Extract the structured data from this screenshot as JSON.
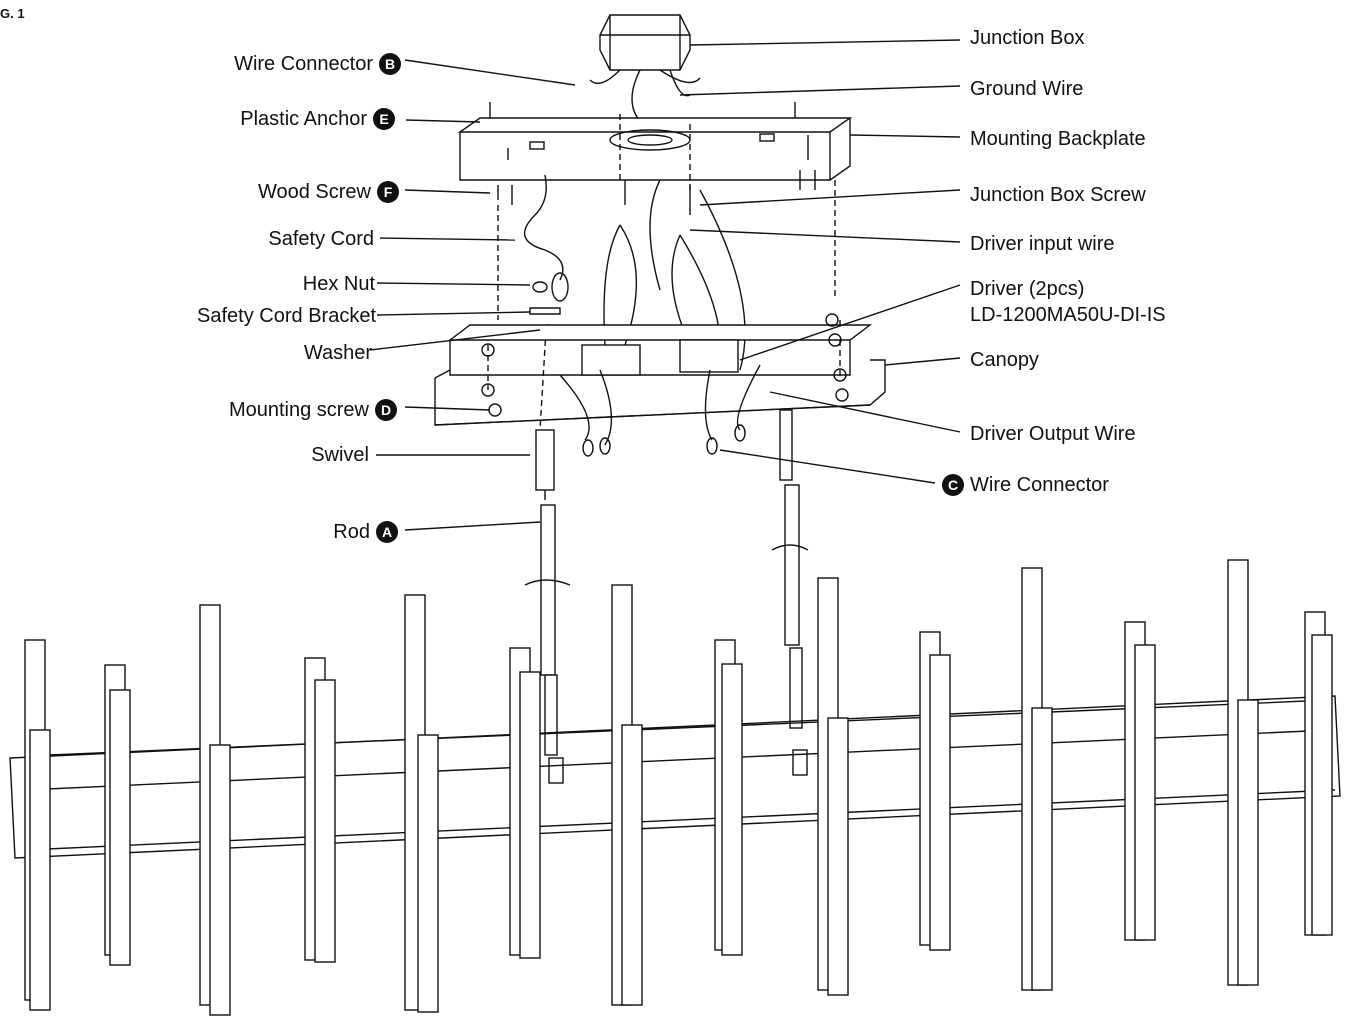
{
  "figure_label": "G. 1",
  "colors": {
    "ink": "#111111",
    "paper": "#ffffff"
  },
  "labels_left": [
    {
      "key": "wire_connector_b",
      "text": "Wire Connector",
      "badge": "B"
    },
    {
      "key": "plastic_anchor",
      "text": "Plastic Anchor",
      "badge": "E"
    },
    {
      "key": "wood_screw",
      "text": "Wood Screw",
      "badge": "F"
    },
    {
      "key": "safety_cord",
      "text": "Safety Cord",
      "badge": ""
    },
    {
      "key": "hex_nut",
      "text": "Hex Nut",
      "badge": ""
    },
    {
      "key": "safety_cord_bracket",
      "text": "Safety Cord Bracket",
      "badge": ""
    },
    {
      "key": "washer",
      "text": "Washer",
      "badge": ""
    },
    {
      "key": "mounting_screw",
      "text": "Mounting screw",
      "badge": "D"
    },
    {
      "key": "swivel",
      "text": "Swivel",
      "badge": ""
    },
    {
      "key": "rod",
      "text": "Rod",
      "badge": "A"
    }
  ],
  "labels_right": [
    {
      "key": "junction_box",
      "text": "Junction Box",
      "badge": ""
    },
    {
      "key": "ground_wire",
      "text": "Ground Wire",
      "badge": ""
    },
    {
      "key": "mounting_backplate",
      "text": "Mounting Backplate",
      "badge": ""
    },
    {
      "key": "junction_box_screw",
      "text": "Junction Box Screw",
      "badge": ""
    },
    {
      "key": "driver_input_wire",
      "text": "Driver input wire",
      "badge": ""
    },
    {
      "key": "driver",
      "text": "Driver (2pcs)",
      "badge": ""
    },
    {
      "key": "driver_model",
      "text": "LD-1200MA50U-DI-IS",
      "badge": ""
    },
    {
      "key": "canopy",
      "text": "Canopy",
      "badge": ""
    },
    {
      "key": "driver_output_wire",
      "text": "Driver Output Wire",
      "badge": ""
    },
    {
      "key": "wire_connector_c",
      "text": "Wire Connector",
      "badge": "C"
    }
  ]
}
